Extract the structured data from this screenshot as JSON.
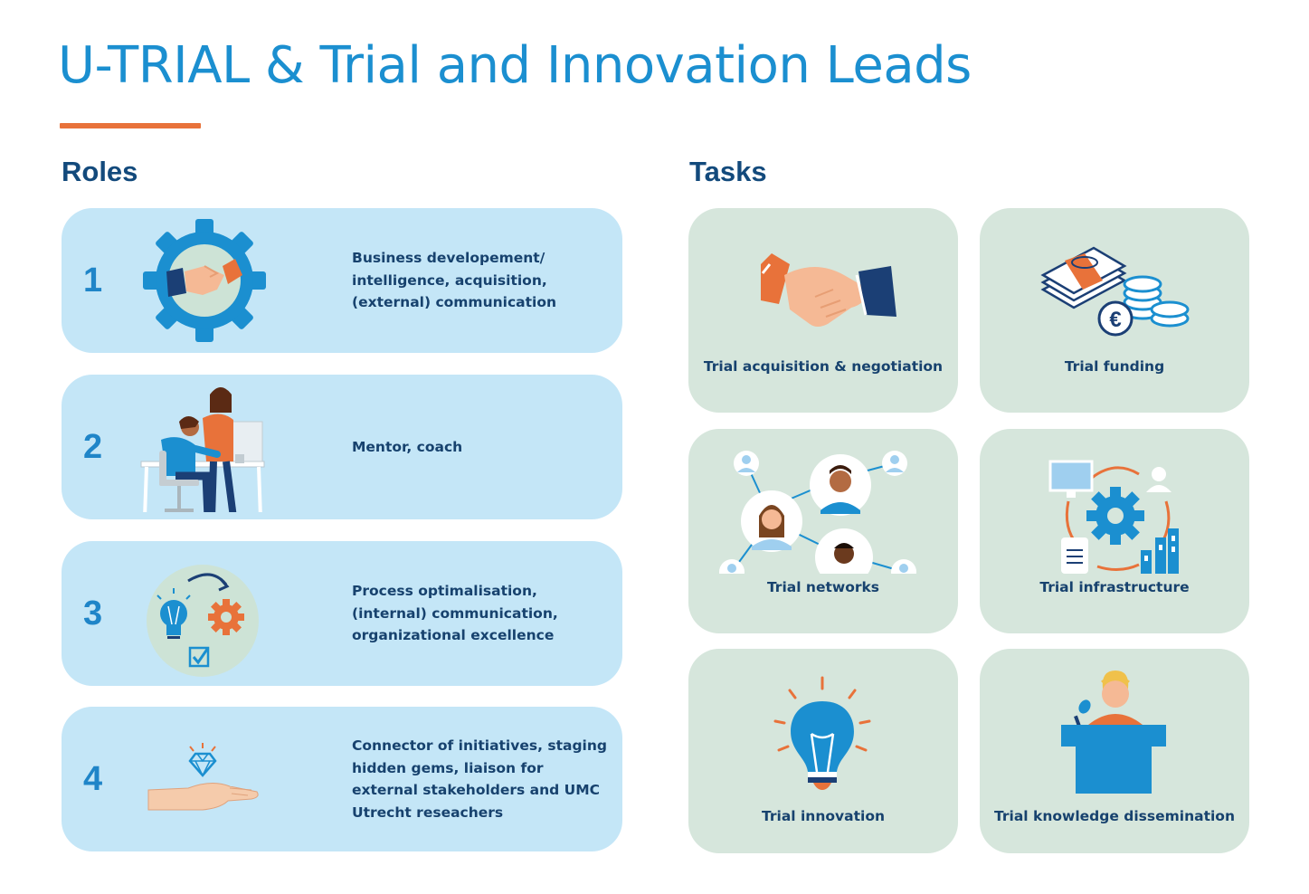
{
  "title": "U-TRIAL & Trial and Innovation Leads",
  "roles": {
    "heading": "Roles",
    "items": [
      {
        "number": "1",
        "lines": [
          "Business developement/",
          "intelligence, acquisition,",
          "(external) communication"
        ],
        "icon": "handshake-gear-icon"
      },
      {
        "number": "2",
        "lines": [
          "Mentor, coach"
        ],
        "icon": "mentoring-desk-icon"
      },
      {
        "number": "3",
        "lines": [
          "Process optimalisation,",
          "(internal) communication,",
          "organizational excellence"
        ],
        "icon": "bulb-gear-check-icon"
      },
      {
        "number": "4",
        "lines": [
          "Connector of initiatives, staging",
          "hidden gems, liaison for",
          "external stakeholders and UMC",
          "Utrecht reseachers"
        ],
        "icon": "hand-diamond-icon"
      }
    ]
  },
  "tasks": {
    "heading": "Tasks",
    "items": [
      {
        "label": "Trial acquisition & negotiation",
        "icon": "handshake-icon"
      },
      {
        "label": "Trial funding",
        "icon": "money-coins-icon"
      },
      {
        "label": "Trial networks",
        "icon": "people-network-icon"
      },
      {
        "label": "Trial infrastructure",
        "icon": "infrastructure-cycle-icon"
      },
      {
        "label": "Trial innovation",
        "icon": "lightbulb-icon"
      },
      {
        "label": "Trial knowledge dissemination",
        "icon": "speaker-podium-icon"
      }
    ]
  },
  "colors": {
    "title": "#1b8fd0",
    "accent": "#e8723a",
    "heading": "#134a7c",
    "role_card": "#c4e6f7",
    "task_card": "#d6e6dc",
    "text": "#17426e"
  }
}
